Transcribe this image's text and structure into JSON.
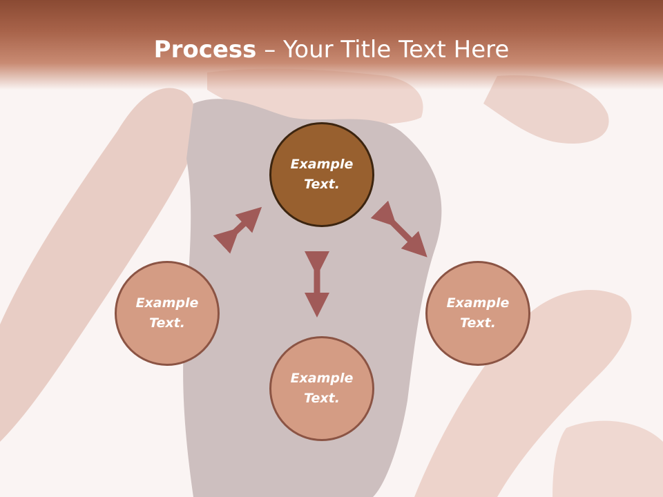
{
  "title": {
    "bold": "Process",
    "separator": " – ",
    "rest": "Your Title Text Here"
  },
  "nodes": [
    {
      "line1": "Example",
      "line2": "Text."
    },
    {
      "line1": "Example",
      "line2": "Text."
    },
    {
      "line1": "Example",
      "line2": "Text."
    },
    {
      "line1": "Example",
      "line2": "Text."
    }
  ],
  "colors": {
    "header": "#a8634a",
    "main_circle": "#98602f",
    "sub_circle": "#d49c84",
    "arrow": "#a05a58"
  },
  "background_image": "woman-in-dark-tank-top-photo"
}
